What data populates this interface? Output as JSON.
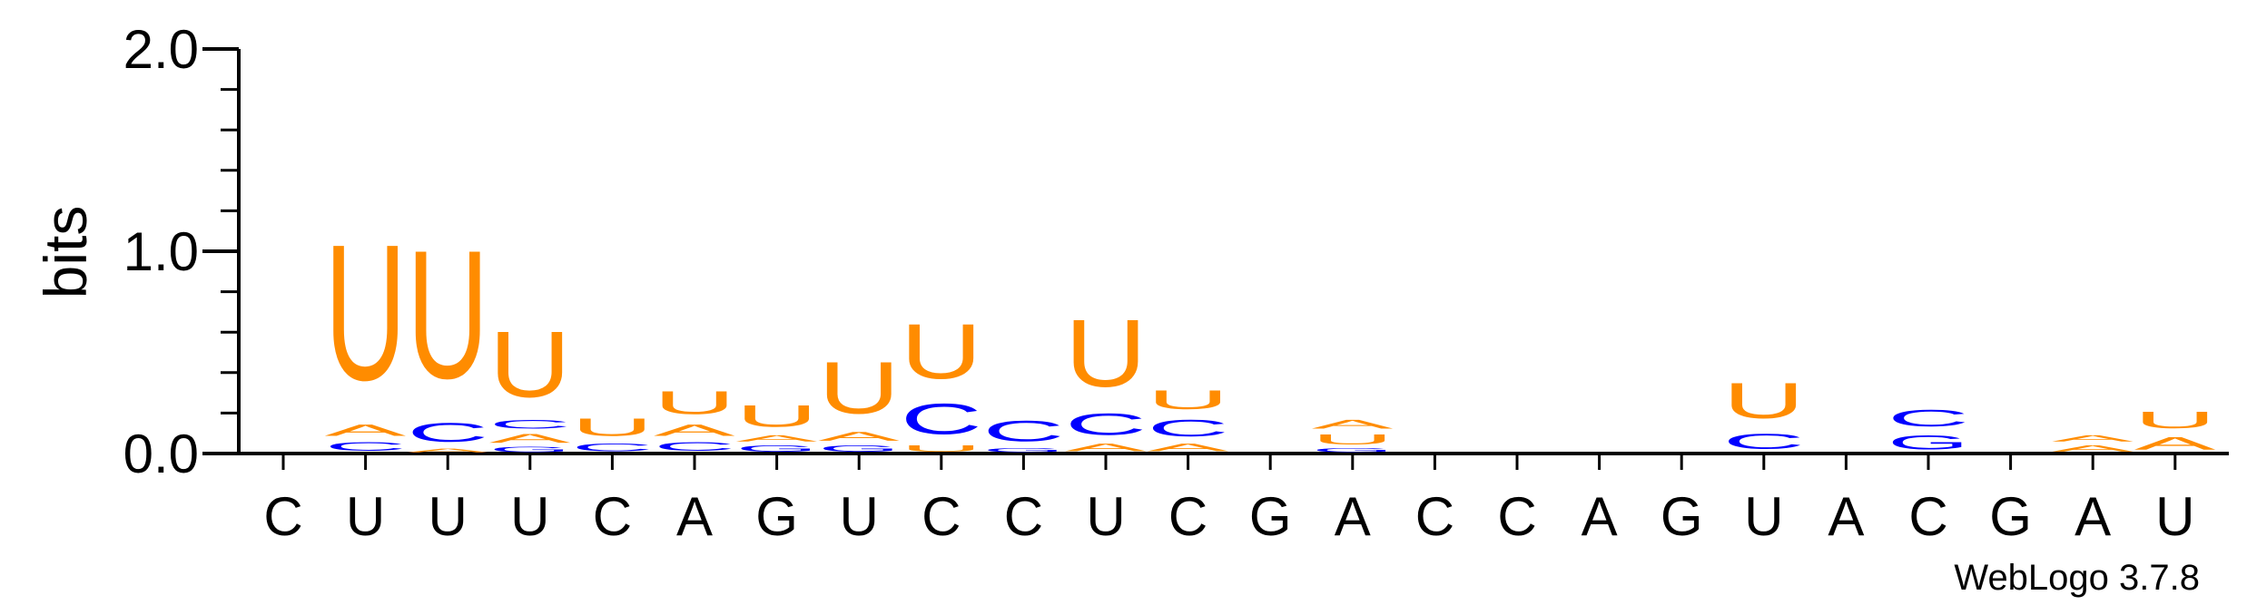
{
  "chart_data": {
    "type": "sequence_logo",
    "ylabel": "bits",
    "ylim": [
      0,
      2
    ],
    "yticks": [
      "0.0",
      "1.0",
      "2.0"
    ],
    "positions": [
      "C",
      "U",
      "U",
      "U",
      "C",
      "A",
      "G",
      "U",
      "C",
      "C",
      "U",
      "C",
      "G",
      "A",
      "C",
      "C",
      "A",
      "G",
      "U",
      "A",
      "C",
      "G",
      "A",
      "U"
    ],
    "colors": {
      "U": "#ff8c00",
      "A": "#ff8c00",
      "C": "#0000ff",
      "G": "#0000ff"
    },
    "stacks": [
      [],
      [
        {
          "l": "C",
          "v": 0.07
        },
        {
          "l": "A",
          "v": 0.09
        },
        {
          "l": "U",
          "v": 1.07
        }
      ],
      [
        {
          "l": "A",
          "v": 0.03
        },
        {
          "l": "C",
          "v": 0.15
        },
        {
          "l": "U",
          "v": 1.01
        }
      ],
      [
        {
          "l": "G",
          "v": 0.04
        },
        {
          "l": "A",
          "v": 0.07
        },
        {
          "l": "C",
          "v": 0.07
        },
        {
          "l": "U",
          "v": 0.52
        }
      ],
      [
        {
          "l": "C",
          "v": 0.06
        },
        {
          "l": "U",
          "v": 0.14
        }
      ],
      [
        {
          "l": "C",
          "v": 0.07
        },
        {
          "l": "A",
          "v": 0.09
        },
        {
          "l": "U",
          "v": 0.18
        }
      ],
      [
        {
          "l": "G",
          "v": 0.05
        },
        {
          "l": "A",
          "v": 0.05
        },
        {
          "l": "U",
          "v": 0.17
        }
      ],
      [
        {
          "l": "G",
          "v": 0.05
        },
        {
          "l": "A",
          "v": 0.07
        },
        {
          "l": "U",
          "v": 0.41
        }
      ],
      [
        {
          "l": "U",
          "v": 0.05
        },
        {
          "l": "C",
          "v": 0.24
        },
        {
          "l": "U",
          "v": 0.43
        }
      ],
      [
        {
          "l": "G",
          "v": 0.03
        },
        {
          "l": "C",
          "v": 0.16
        }
      ],
      [
        {
          "l": "A",
          "v": 0.06
        },
        {
          "l": "C",
          "v": 0.17
        },
        {
          "l": "U",
          "v": 0.53
        }
      ],
      [
        {
          "l": "A",
          "v": 0.06
        },
        {
          "l": "C",
          "v": 0.13
        },
        {
          "l": "U",
          "v": 0.15
        }
      ],
      [],
      [
        {
          "l": "G",
          "v": 0.03
        },
        {
          "l": "U",
          "v": 0.08
        },
        {
          "l": "A",
          "v": 0.07
        }
      ],
      [],
      [],
      [],
      [],
      [
        {
          "l": "C",
          "v": 0.12
        },
        {
          "l": "U",
          "v": 0.28
        }
      ],
      [],
      [
        {
          "l": "G",
          "v": 0.11
        },
        {
          "l": "C",
          "v": 0.13
        }
      ],
      [],
      [
        {
          "l": "A",
          "v": 0.05
        },
        {
          "l": "A",
          "v": 0.05
        }
      ],
      [
        {
          "l": "A",
          "v": 0.1
        },
        {
          "l": "U",
          "v": 0.13
        }
      ]
    ],
    "credit": "WebLogo 3.7.8"
  }
}
